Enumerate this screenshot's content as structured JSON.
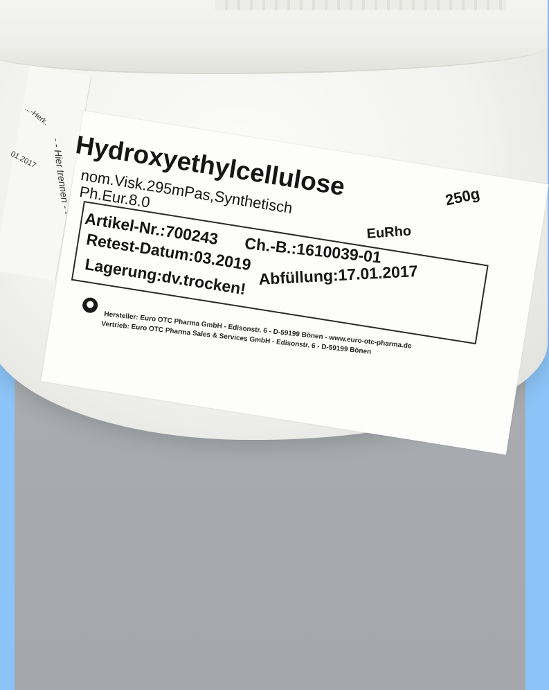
{
  "product": {
    "name": "Hydroxyethylcellulose",
    "spec_line1": "nom.Visk.295mPas,Synthetisch",
    "spec_line2": "Ph.Eur.8.0",
    "weight": "250g",
    "brand": "EuRho"
  },
  "details": {
    "article": "Artikel-Nr.:700243",
    "batch": "Ch.-B.:1610039-01",
    "retest": "Retest-Datum:03.2019",
    "filling": "Abfüllung:17.01.2017",
    "storage": "Lagerung:dv.trocken!"
  },
  "footer": {
    "manufacturer": "Hersteller: Euro OTC Pharma GmbH - Edisonstr. 6 - D-59199 Bönen - www.euro-otc-pharma.de",
    "distributor": "Vertrieb: Euro OTC Pharma Sales & Services GmbH - Edisonstr. 6 - D-59199 Bönen"
  },
  "side_label": {
    "cut_line": "- - Hier trennen - -",
    "fragment_top": "...-Herk.",
    "fragment_date": "01.2017"
  }
}
